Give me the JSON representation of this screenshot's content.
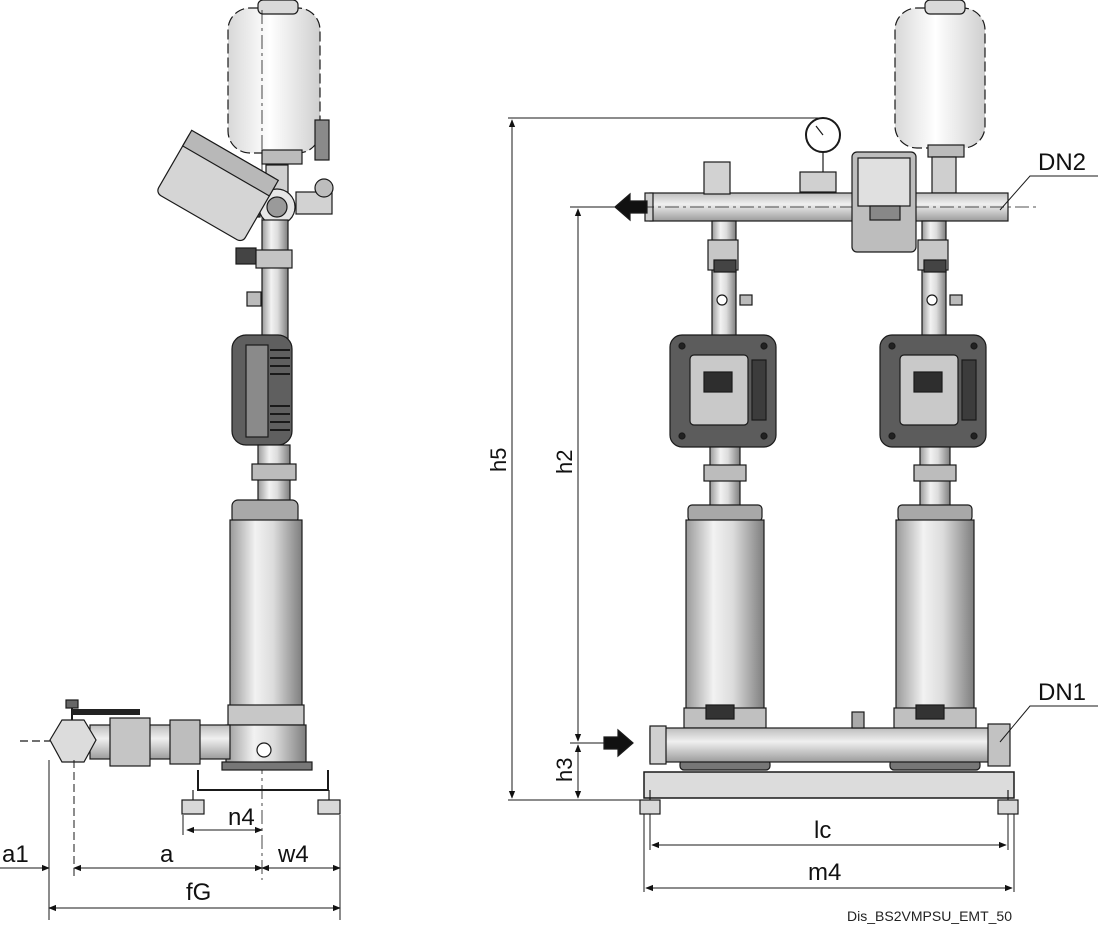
{
  "diagram": {
    "side_view": {
      "dimensions": {
        "a1": "a1",
        "a": "a",
        "w4": "w4",
        "n4": "n4",
        "fG": "fG"
      }
    },
    "front_view": {
      "dimensions": {
        "h5": "h5",
        "h2": "h2",
        "h3": "h3",
        "lc": "lc",
        "m4": "m4"
      },
      "connections": {
        "outlet": "DN2",
        "inlet": "DN1"
      }
    },
    "caption": "Dis_BS2VMPSU_EMT_50"
  },
  "colors": {
    "line": "#1a1a1a",
    "metal_light": "#e4e4e4",
    "metal_dark": "#8a8a8a",
    "housing": "#5a5a5a",
    "arrow": "#111111"
  }
}
